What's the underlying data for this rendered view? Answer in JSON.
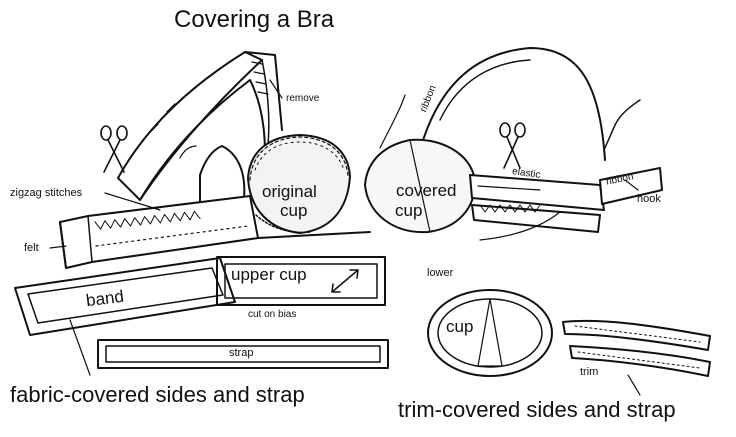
{
  "title": "Covering a Bra",
  "labels": {
    "remove": "remove",
    "ribbon_left": "ribbon",
    "ribbon_right": "ribbon",
    "elastic": "elastic",
    "hook": "hook",
    "zigzag": "zigzag stitches",
    "felt": "felt",
    "original_cup_line1": "original",
    "original_cup_line2": "cup",
    "covered_cup_line1": "covered",
    "covered_cup_line2": "cup"
  },
  "patterns": {
    "band": "band",
    "upper_cup": "upper cup",
    "cut_on_bias": "cut on bias",
    "strap": "strap",
    "lower": "lower",
    "cup": "cup",
    "trim": "trim"
  },
  "captions": {
    "fabric": "fabric-covered sides and strap",
    "trim": "trim-covered sides and strap"
  }
}
